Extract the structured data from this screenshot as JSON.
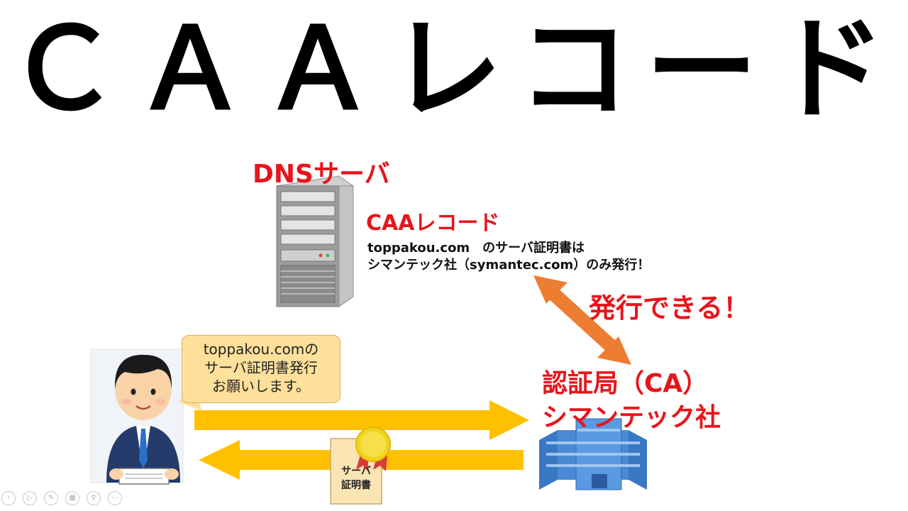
{
  "title": "ＣＡＡレコード",
  "dns_server": {
    "label": "DNSサーバ",
    "record_label": "CAAレコード",
    "record_desc_line1": "toppakou.com　のサーバ証明書は",
    "record_desc_line2": "シマンテック社（symantec.com）のみ発行！"
  },
  "issue_note": "発行できる！",
  "user": {
    "bubble_lines": [
      "toppakou.comの",
      "サーバ証明書発行",
      "お願いします。"
    ]
  },
  "ca": {
    "line1": "認証局（CA）",
    "line2": "シマンテック社"
  },
  "certificate": {
    "line1": "サーバ",
    "line2": "証明書"
  },
  "colors": {
    "label_red": "#e8141c",
    "arrow_yellow": "#ffc000",
    "arrow_orange": "#ed7d31",
    "building_blue": "#4a8ad4"
  },
  "toolbar": {
    "icons": [
      "prev-icon",
      "play-icon",
      "pen-icon",
      "slides-icon",
      "zoom-icon",
      "more-icon"
    ]
  }
}
